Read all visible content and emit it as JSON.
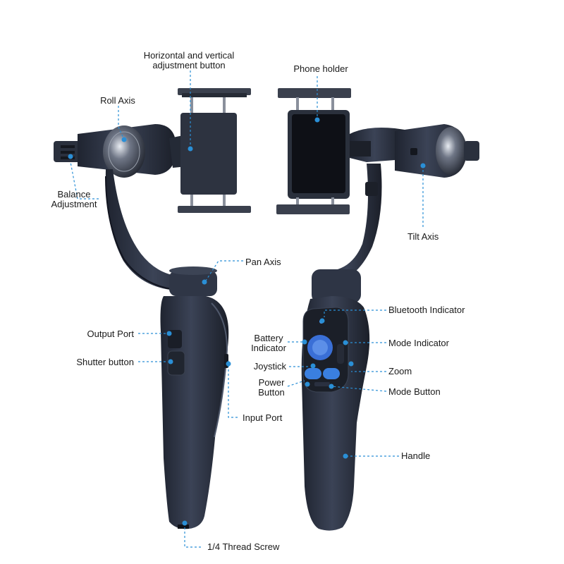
{
  "colors": {
    "body": "#2e3545",
    "body_dark": "#1d222d",
    "body_light": "#4a5264",
    "leader": "#2a8fd6",
    "dot": "#2a8fd6",
    "screen": "#0e1016"
  },
  "labels": {
    "horizontal_vertical": "Horizontal and vertical",
    "adjustment_button": "adjustment button",
    "phone_holder": "Phone holder",
    "roll_axis": "Roll Axis",
    "balance": "Balance",
    "adjustment": "Adjustment",
    "tilt_axis": "Tilt Axis",
    "pan_axis": "Pan Axis",
    "bluetooth_indicator": "Bluetooth Indicator",
    "battery": "Battery",
    "indicator": "Indicator",
    "mode_indicator": "Mode Indicator",
    "output_port": "Output Port",
    "joystick": "Joystick",
    "zoom": "Zoom",
    "shutter_button": "Shutter button",
    "power": "Power",
    "button": "Button",
    "mode_button": "Mode Button",
    "input_port": "Input Port",
    "handle": "Handle",
    "thread_screw": "1/4 Thread Screw"
  },
  "icons": [
    "gimbal-left-icon",
    "gimbal-right-icon",
    "phone-clamp-icon",
    "motor-icon",
    "joystick-icon"
  ]
}
